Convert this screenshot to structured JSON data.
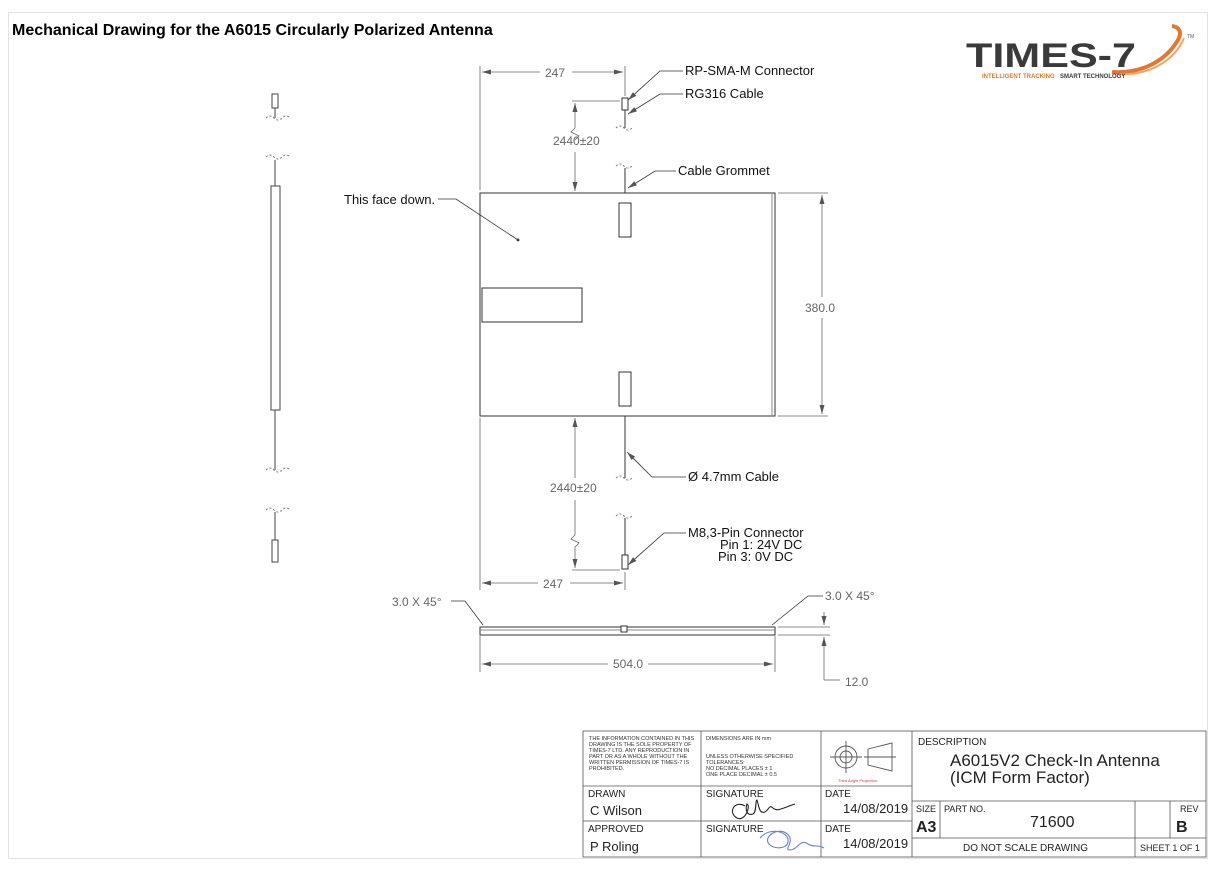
{
  "title": "Mechanical Drawing for the A6015 Circularly Polarized Antenna",
  "logo": {
    "brand": "TIMES-7",
    "tagline_left": "INTELLIGENT TRACKING",
    "tagline_right": "SMART TECHNOLOGY",
    "tm": "TM",
    "colors": {
      "text": "#3a3a3a",
      "accent": "#e8762d"
    }
  },
  "labels": {
    "rp_sma": "RP-SMA-M Connector",
    "rg316": "RG316 Cable",
    "grommet": "Cable Grommet",
    "face_down": "This face down.",
    "cable_47": "Ø 4.7mm Cable",
    "m8_title": "M8,3-Pin Connector",
    "m8_pin1": "Pin 1: 24V DC",
    "m8_pin3": "Pin 3: 0V DC",
    "chamfer_left": "3.0 X 45°",
    "chamfer_right": "3.0 X 45°"
  },
  "dimensions": {
    "top_247": "247",
    "bottom_247": "247",
    "top_2440": "2440±20",
    "bottom_2440": "2440±20",
    "height_380": "380.0",
    "width_504": "504.0",
    "thickness_12": "12.0"
  },
  "title_block": {
    "notice": [
      "THE INFORMATION CONTAINED IN THIS",
      "DRAWING IS THE SOLE PROPERTY OF",
      "TIMES-7 LTD.  ANY REPRODUCTION IN",
      "PART OR AS A WHOLE WITHOUT THE",
      "WRITTEN PERMISSION OF TIMES-7 IS",
      "PROHIBITED."
    ],
    "tolerances": [
      "DIMENSIONS ARE IN mm",
      "",
      "UNLESS OTHERWISE SPECIFIED",
      "TOLERANCES:",
      "NO DECIMAL PLACES ± 1",
      "ONE PLACE DECIMAL ± 0.5"
    ],
    "projection_note": "Third Angle Projection",
    "drawn_label": "DRAWN",
    "drawn_by": "C Wilson",
    "signature_label_1": "SIGNATURE",
    "date_label_1": "DATE",
    "date_1": "14/08/2019",
    "approved_label": "APPROVED",
    "approved_by": "P Roling",
    "signature_label_2": "SIGNATURE",
    "date_label_2": "DATE",
    "date_2": "14/08/2019",
    "description_label": "DESCRIPTION",
    "description_line1": "A6015V2 Check-In Antenna",
    "description_line2": "(ICM Form Factor)",
    "size_label": "SIZE",
    "size": "A3",
    "part_no_label": "PART NO.",
    "part_no": "71600",
    "rev_label": "REV",
    "rev": "B",
    "scale_note": "DO NOT SCALE DRAWING",
    "sheet": "SHEET 1 OF 1"
  }
}
